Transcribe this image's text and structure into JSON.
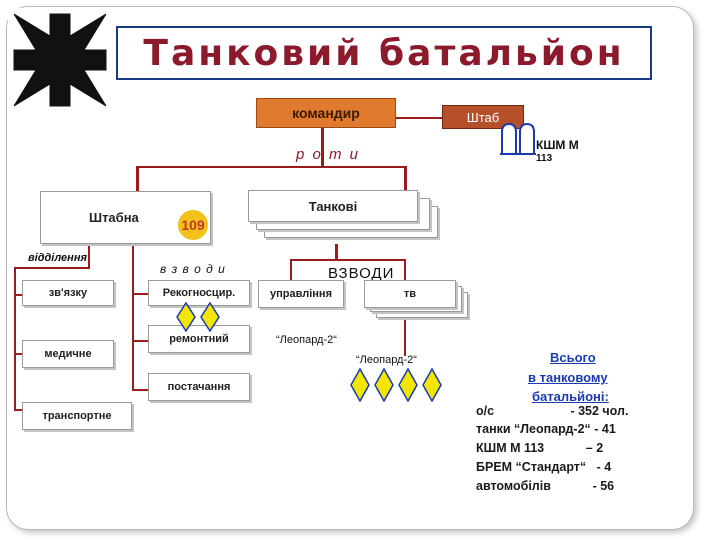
{
  "title": "Танковий батальйон",
  "commander": "командир",
  "staff": "Штаб",
  "kshm": {
    "line1": "КШМ М",
    "line2": "113"
  },
  "companies_label": "р о т и",
  "hq_company": "Штабна",
  "badge": "109",
  "tank_companies": "Танкові",
  "sections_label": "відділення",
  "platoons_label": "в з в о д и",
  "platoons_label2": "ВЗВОДИ",
  "sections": [
    "зв'язку",
    "медичне",
    "транспортне"
  ],
  "platoons": [
    "Рекогносцир.",
    "ремонтний",
    "постачання"
  ],
  "control": "управління",
  "tv": "тв",
  "leopard1": "“Леопард-2“",
  "leopard2": "“Леопард-2“",
  "summary": {
    "title1": "Всього",
    "title2": "в танковому",
    "title3": "батальйоні:",
    "rows": [
      "о/с                      - 352 чол.",
      "танки “Леопард-2“ - 41",
      "КШМ М 113            – 2",
      "БРЕМ “Стандарт“   - 4",
      "автомобілів            - 56"
    ]
  },
  "colors": {
    "title": "#8b1a2c",
    "commander": "#e07a2e",
    "staff": "#b5502a",
    "line": "#9b1c1c",
    "diamond": "#f2e600",
    "summary_title": "#1a3ab0"
  }
}
